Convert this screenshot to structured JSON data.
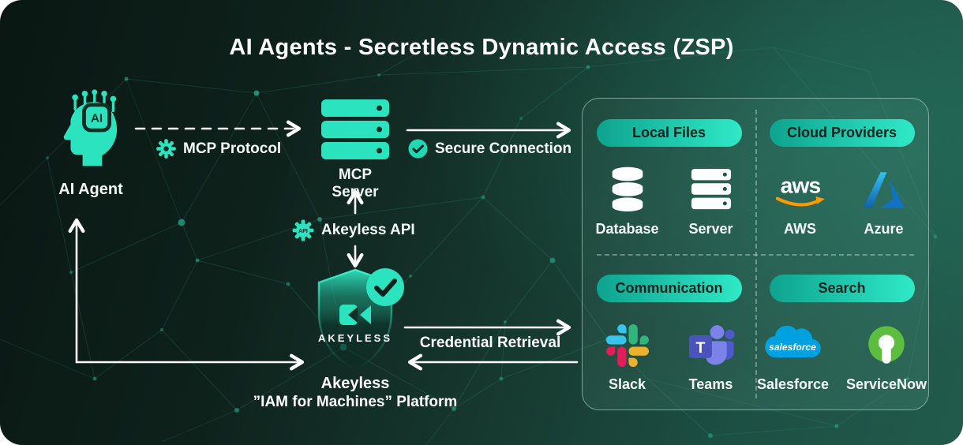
{
  "title": "AI Agents - Secretless Dynamic Access (ZSP)",
  "agent": {
    "label": "AI Agent",
    "badge": "AI"
  },
  "mcp_server": {
    "label": "MCP Server"
  },
  "connections": {
    "mcp_protocol": "MCP Protocol",
    "secure_connection": "Secure Connection",
    "akeyless_api": "Akeyless API",
    "api_badge": "API",
    "credential_retrieval": "Credential Retrieval"
  },
  "akeyless": {
    "shield_logo_text": "AKEYLESS",
    "name": "Akeyless",
    "tagline": "”IAM for Machines” Platform"
  },
  "panel": {
    "categories": [
      {
        "label": "Local Files",
        "items": [
          {
            "name": "Database"
          },
          {
            "name": "Server"
          }
        ]
      },
      {
        "label": "Cloud Providers",
        "items": [
          {
            "name": "AWS"
          },
          {
            "name": "Azure"
          }
        ]
      },
      {
        "label": "Communication",
        "items": [
          {
            "name": "Slack"
          },
          {
            "name": "Teams"
          }
        ]
      },
      {
        "label": "Search",
        "items": [
          {
            "name": "Salesforce"
          },
          {
            "name": "ServiceNow"
          }
        ]
      }
    ]
  },
  "logo_texts": {
    "aws": "aws",
    "salesforce": "salesforce",
    "teams_t": "T"
  },
  "colors": {
    "accent_teal": "#2BE3BE",
    "background_dark": "#0a1713",
    "background_green": "#215a4b",
    "pill_text": "#07231d",
    "aws_orange": "#FF9900",
    "azure_blue": "#0F72C4",
    "salesforce_blue": "#00A1E0",
    "servicenow_green": "#5CBD3E",
    "slack_blue": "#36C5F0",
    "slack_green": "#2EB67D",
    "slack_yellow": "#ECB22E",
    "slack_red": "#E01E5A",
    "teams_purple": "#4B53BC"
  }
}
